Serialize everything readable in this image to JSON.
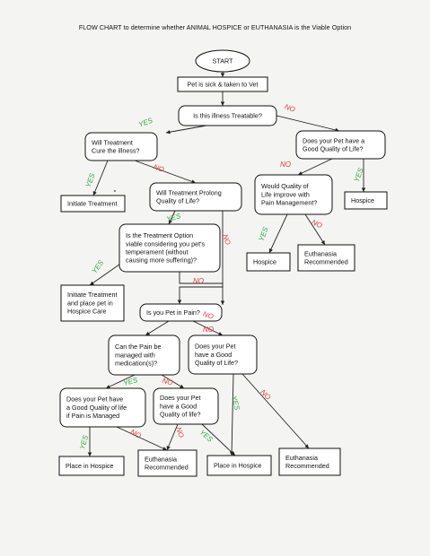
{
  "title": "FLOW CHART to determine whether ANIMAL HOSPICE or EUTHANASIA is the Viable Option",
  "colors": {
    "yes": "#2ea844",
    "no": "#e23b3b",
    "line": "#222222"
  },
  "nodes": [
    {
      "id": "start",
      "lines": [
        "START"
      ]
    },
    {
      "id": "sick",
      "lines": [
        "Pet is sick & taken to Vet"
      ]
    },
    {
      "id": "treatable",
      "lines": [
        "Is this illness Treatable?"
      ]
    },
    {
      "id": "cure",
      "lines": [
        "Will Treatment",
        "Cure the illness?"
      ]
    },
    {
      "id": "goodlife1",
      "lines": [
        "Does your Pet have a",
        "Good Quality of Life?"
      ]
    },
    {
      "id": "initiate",
      "lines": [
        "Initiate Treatment"
      ]
    },
    {
      "id": "prolong",
      "lines": [
        "Will Treatment Prolong",
        "Quality of Life?"
      ]
    },
    {
      "id": "painmgmt",
      "lines": [
        "Would Quality of",
        "Life improve with",
        "Pain Management?"
      ]
    },
    {
      "id": "hospice1",
      "lines": [
        "Hospice"
      ]
    },
    {
      "id": "viable",
      "lines": [
        "Is the Treatment Option",
        "viable considering you pet's",
        "temperament (without",
        "causing more suffering)?"
      ]
    },
    {
      "id": "hospice2",
      "lines": [
        "Hospice"
      ]
    },
    {
      "id": "euth1",
      "lines": [
        "Euthanasia",
        "Recommended"
      ]
    },
    {
      "id": "initiate_hospice",
      "lines": [
        "Initiate Treatment",
        "and place pet in",
        "Hospice Care"
      ]
    },
    {
      "id": "inpain",
      "lines": [
        "Is you Pet in Pain?"
      ]
    },
    {
      "id": "managed",
      "lines": [
        "Can the Pain be",
        "managed with",
        "medication(s)?"
      ]
    },
    {
      "id": "goodlife2",
      "lines": [
        "Does your Pet",
        "have a Good",
        "Quality of Life?"
      ]
    },
    {
      "id": "goodlife_managed",
      "lines": [
        "Does your Pet have",
        "a Good Quality of life",
        "if Pain is Managed"
      ]
    },
    {
      "id": "goodlife3",
      "lines": [
        "Does your Pet",
        "have a Good",
        "Quality of life?"
      ]
    },
    {
      "id": "place_hospice1",
      "lines": [
        "Place in Hospice"
      ]
    },
    {
      "id": "euth2",
      "lines": [
        "Euthanasia",
        "Recommended"
      ]
    },
    {
      "id": "place_hospice2",
      "lines": [
        "Place in Hospice"
      ]
    },
    {
      "id": "euth3",
      "lines": [
        "Euthanasia",
        "Recommended"
      ]
    }
  ],
  "edge_labels": [
    {
      "id": "l1",
      "text": "YES",
      "kind": "yes"
    },
    {
      "id": "l2",
      "text": "NO",
      "kind": "no"
    },
    {
      "id": "l3",
      "text": "NO",
      "kind": "no"
    },
    {
      "id": "l4",
      "text": "YES",
      "kind": "yes"
    },
    {
      "id": "l5",
      "text": "NO",
      "kind": "no"
    },
    {
      "id": "l6",
      "text": "YES",
      "kind": "yes"
    },
    {
      "id": "l7",
      "text": "YES",
      "kind": "yes"
    },
    {
      "id": "l8",
      "text": "NO",
      "kind": "no"
    },
    {
      "id": "l9",
      "text": "YES",
      "kind": "yes"
    },
    {
      "id": "l10",
      "text": "NO",
      "kind": "no"
    },
    {
      "id": "l11",
      "text": "YES",
      "kind": "yes"
    },
    {
      "id": "l12",
      "text": "NO",
      "kind": "no"
    },
    {
      "id": "l13",
      "text": "NO",
      "kind": "no"
    },
    {
      "id": "l14",
      "text": "NO",
      "kind": "no"
    },
    {
      "id": "l15",
      "text": "YES",
      "kind": "yes"
    },
    {
      "id": "l16",
      "text": "YES",
      "kind": "yes"
    },
    {
      "id": "l17",
      "text": "NO",
      "kind": "no"
    },
    {
      "id": "l18",
      "text": "NO",
      "kind": "no"
    },
    {
      "id": "l19",
      "text": "YES",
      "kind": "yes"
    },
    {
      "id": "l20",
      "text": "YES",
      "kind": "yes"
    },
    {
      "id": "l21",
      "text": "NO",
      "kind": "no"
    }
  ]
}
